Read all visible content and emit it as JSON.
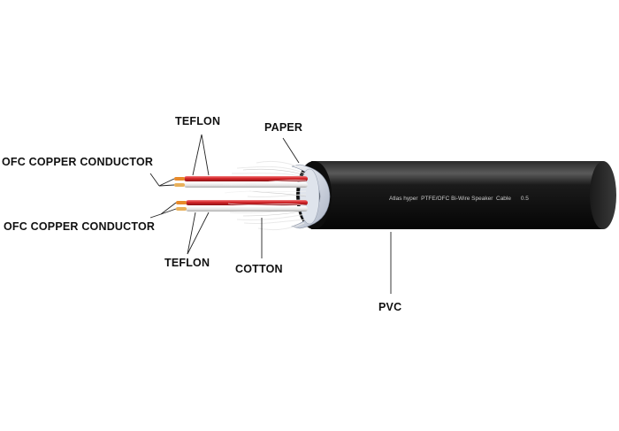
{
  "labels": {
    "teflon_top": "TEFLON",
    "paper": "PAPER",
    "ofc_top": "OFC COPPER CONDUCTOR",
    "ofc_bottom": "OFC COPPER CONDUCTOR",
    "teflon_bottom": "TEFLON",
    "cotton": "COTTON",
    "pvc": "PVC"
  },
  "cable_print": "Atlas hyper  PTFE/OFC Bi-Wire Speaker  Cable      0.5",
  "colors": {
    "pvc_jacket": "#141414",
    "teflon_insulation": "#d8272b",
    "copper": "#e88a2a",
    "paper_wrap": "#d5dbe6",
    "cotton_fibre": "#e9e9e9"
  }
}
